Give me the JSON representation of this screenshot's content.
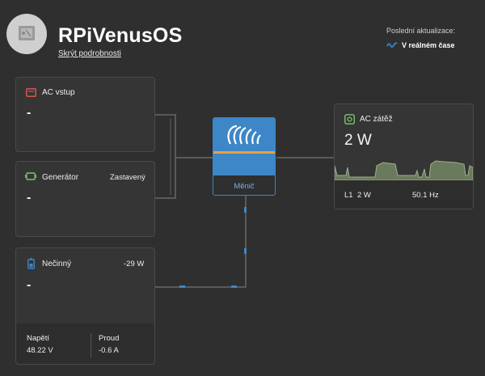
{
  "header": {
    "title": "RPiVenusOS",
    "hide_details_link": "Skrýt podrobnosti",
    "last_update_label": "Poslední aktualizace:",
    "realtime_label": "V reálném čase"
  },
  "ac_input": {
    "title": "AC vstup",
    "value": "-"
  },
  "generator": {
    "title": "Generátor",
    "status": "Zastavený",
    "value": "-"
  },
  "battery": {
    "title": "Nečinný",
    "power": "-29 W",
    "value": "-",
    "voltage_label": "Napětí",
    "voltage_value": "48.22 V",
    "current_label": "Proud",
    "current_value": "-0.6 A"
  },
  "inverter": {
    "label": "Měnič"
  },
  "ac_load": {
    "title": "AC zátěž",
    "power": "2 W",
    "phase_label": "L1",
    "phase_power": "2 W",
    "frequency": "50.1 Hz"
  },
  "colors": {
    "background": "#2f2f2f",
    "card": "#353535",
    "accent_blue": "#3b86c6",
    "ac_input_red": "#e25a52",
    "generator_green": "#7cc36a",
    "battery_blue": "#3b86c6",
    "load_green": "#7cc36a",
    "sparkline_fill": "#6a7a5c"
  },
  "icons": [
    "device-icon",
    "realtime-wave-icon",
    "ac-input-icon",
    "generator-icon",
    "battery-icon",
    "ac-load-icon",
    "victron-logo-icon"
  ]
}
